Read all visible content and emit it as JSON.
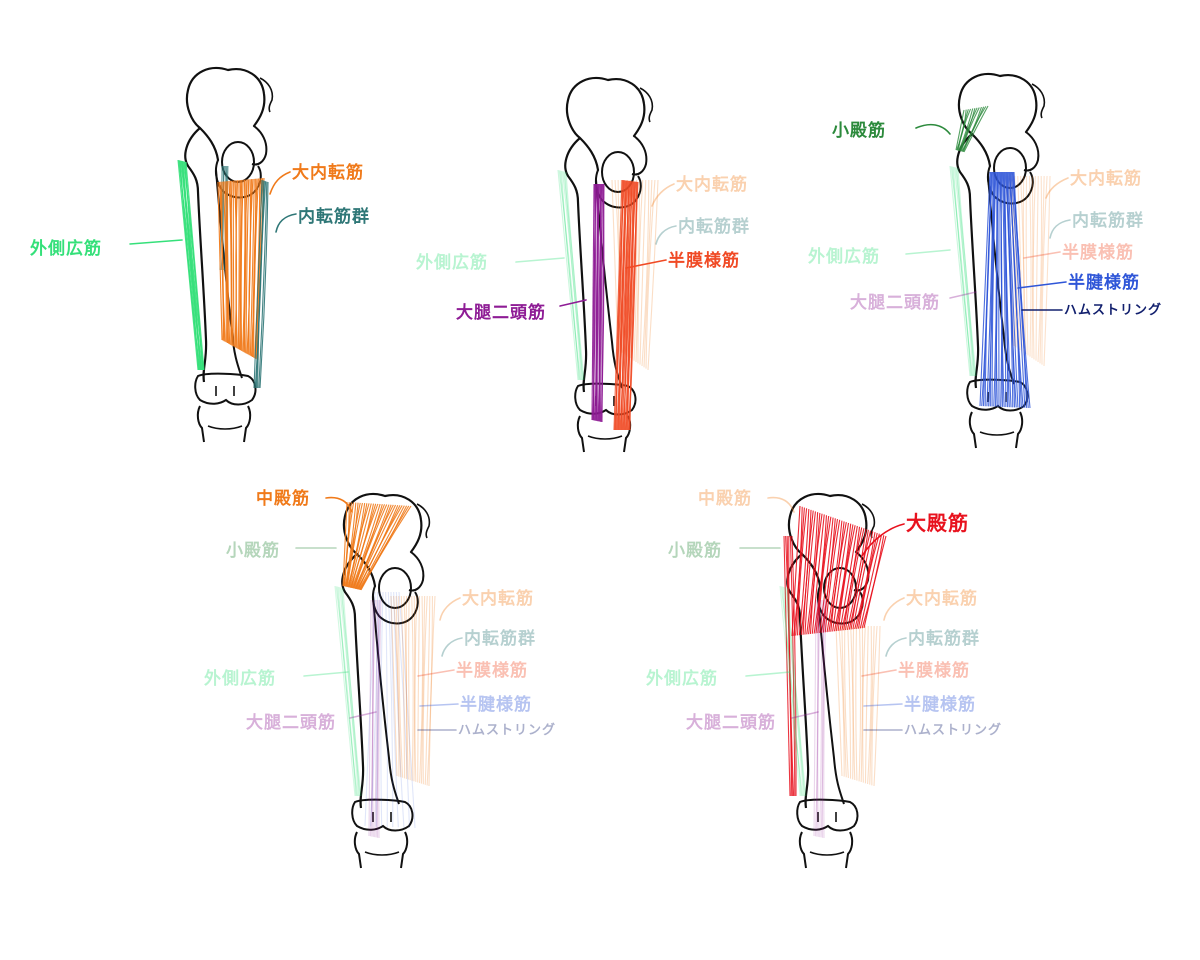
{
  "colors": {
    "outline": "#111111",
    "adductor_magnus": "#f07a1a",
    "adductor_group": "#2f7777",
    "vastus_lateralis": "#35e07a",
    "semimembranosus": "#f04a25",
    "biceps_femoris": "#8e1c95",
    "semitendinosus": "#2f56d8",
    "hamstrings": "#12206e",
    "gluteus_minimus": "#2c8a3c",
    "gluteus_medius": "#f07a1a",
    "gluteus_maximus": "#e8121e"
  },
  "panels": [
    {
      "labels": [
        {
          "text": "大内転筋",
          "tone": "adductor_magnus",
          "faded": false
        },
        {
          "text": "内転筋群",
          "tone": "adductor_group",
          "faded": false
        },
        {
          "text": "外側広筋",
          "tone": "vastus_lateralis",
          "faded": false
        }
      ]
    },
    {
      "labels": [
        {
          "text": "大内転筋",
          "tone": "adductor_magnus",
          "faded": true
        },
        {
          "text": "内転筋群",
          "tone": "adductor_group",
          "faded": true
        },
        {
          "text": "外側広筋",
          "tone": "vastus_lateralis",
          "faded": true
        },
        {
          "text": "半膜様筋",
          "tone": "semimembranosus",
          "faded": false
        },
        {
          "text": "大腿二頭筋",
          "tone": "biceps_femoris",
          "faded": false
        }
      ]
    },
    {
      "labels": [
        {
          "text": "小殿筋",
          "tone": "gluteus_minimus",
          "faded": false
        },
        {
          "text": "大内転筋",
          "tone": "adductor_magnus",
          "faded": true
        },
        {
          "text": "内転筋群",
          "tone": "adductor_group",
          "faded": true
        },
        {
          "text": "外側広筋",
          "tone": "vastus_lateralis",
          "faded": true
        },
        {
          "text": "半膜様筋",
          "tone": "semimembranosus",
          "faded": true
        },
        {
          "text": "半腱様筋",
          "tone": "semitendinosus",
          "faded": false
        },
        {
          "text": "大腿二頭筋",
          "tone": "biceps_femoris",
          "faded": true
        },
        {
          "text": "ハムストリング",
          "tone": "hamstrings",
          "faded": false
        }
      ]
    },
    {
      "labels": [
        {
          "text": "中殿筋",
          "tone": "gluteus_medius",
          "faded": false
        },
        {
          "text": "小殿筋",
          "tone": "gluteus_minimus",
          "faded": true
        },
        {
          "text": "大内転筋",
          "tone": "adductor_magnus",
          "faded": true
        },
        {
          "text": "内転筋群",
          "tone": "adductor_group",
          "faded": true
        },
        {
          "text": "外側広筋",
          "tone": "vastus_lateralis",
          "faded": true
        },
        {
          "text": "半膜様筋",
          "tone": "semimembranosus",
          "faded": true
        },
        {
          "text": "半腱様筋",
          "tone": "semitendinosus",
          "faded": true
        },
        {
          "text": "大腿二頭筋",
          "tone": "biceps_femoris",
          "faded": true
        },
        {
          "text": "ハムストリング",
          "tone": "hamstrings",
          "faded": true
        }
      ]
    },
    {
      "labels": [
        {
          "text": "中殿筋",
          "tone": "gluteus_medius",
          "faded": true
        },
        {
          "text": "大殿筋",
          "tone": "gluteus_maximus",
          "faded": false
        },
        {
          "text": "小殿筋",
          "tone": "gluteus_minimus",
          "faded": true
        },
        {
          "text": "大内転筋",
          "tone": "adductor_magnus",
          "faded": true
        },
        {
          "text": "内転筋群",
          "tone": "adductor_group",
          "faded": true
        },
        {
          "text": "外側広筋",
          "tone": "vastus_lateralis",
          "faded": true
        },
        {
          "text": "半膜様筋",
          "tone": "semimembranosus",
          "faded": true
        },
        {
          "text": "半腱様筋",
          "tone": "semitendinosus",
          "faded": true
        },
        {
          "text": "大腿二頭筋",
          "tone": "biceps_femoris",
          "faded": true
        },
        {
          "text": "ハムストリング",
          "tone": "hamstrings",
          "faded": true
        }
      ]
    }
  ]
}
